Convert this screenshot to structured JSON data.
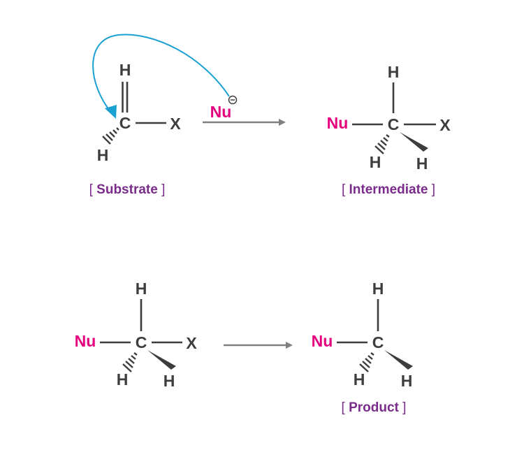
{
  "atoms": {
    "H": "H",
    "C": "C",
    "X": "X",
    "Nu": "Nu",
    "charge": "−"
  },
  "labels": {
    "substrate": "Substrate",
    "intermediate": "Intermediate",
    "product": "Product",
    "open": "[",
    "close": "]"
  },
  "colors": {
    "atom": "#3d3d3d",
    "nucleophile": "#e5007d",
    "label": "#7a2c8a",
    "curved_arrow": "#1aa0d2",
    "reaction_arrow": "#808080"
  }
}
